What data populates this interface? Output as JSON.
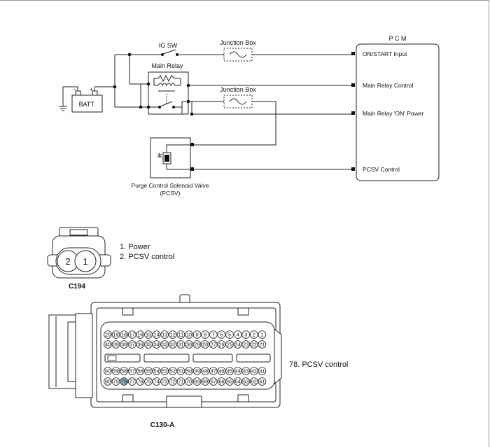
{
  "wiring": {
    "pcm_title": "P C M",
    "pcm_pins": [
      "ON/START Input",
      "Main Relay Control",
      "Main Relay 'ON' Power",
      "PCSV Control"
    ],
    "ig_sw": "IG SW",
    "junction_box_1": "Junction Box",
    "junction_box_2": "Junction Box",
    "main_relay": "Main Relay",
    "battery": "BATT.",
    "pcsv_label_1": "Purge Control Solenoid Valve",
    "pcsv_label_2": "(PCSV)"
  },
  "c194": {
    "name": "C194",
    "pin_numbers": [
      "2",
      "1"
    ],
    "legend": [
      "1. Power",
      "2. PCSV control"
    ]
  },
  "c130a": {
    "name": "C130-A",
    "rows": [
      [
        "20",
        "19",
        "18",
        "17",
        "16",
        "15",
        "14",
        "13",
        "12",
        "11",
        "10",
        "9",
        "8",
        "7",
        "6",
        "5",
        "4",
        "3",
        "2",
        "1"
      ],
      [
        "40",
        "39",
        "38",
        "37",
        "36",
        "35",
        "34",
        "33",
        "32",
        "31",
        "30",
        "29",
        "28",
        "27",
        "26",
        "25",
        "24",
        "23",
        "22",
        "21"
      ],
      [
        "60",
        "59",
        "58",
        "57",
        "56",
        "55",
        "54",
        "53",
        "52",
        "51",
        "50",
        "49",
        "48",
        "47",
        "46",
        "45",
        "44",
        "43",
        "42",
        "41"
      ],
      [
        "80",
        "79",
        "78",
        "77",
        "76",
        "75",
        "74",
        "73",
        "72",
        "71",
        "70",
        "69",
        "68",
        "67",
        "66",
        "65",
        "64",
        "63",
        "62",
        "61"
      ]
    ],
    "highlight_pin": "78",
    "highlight_color": "#7fb8c8",
    "legend": "78. PCSV control"
  }
}
